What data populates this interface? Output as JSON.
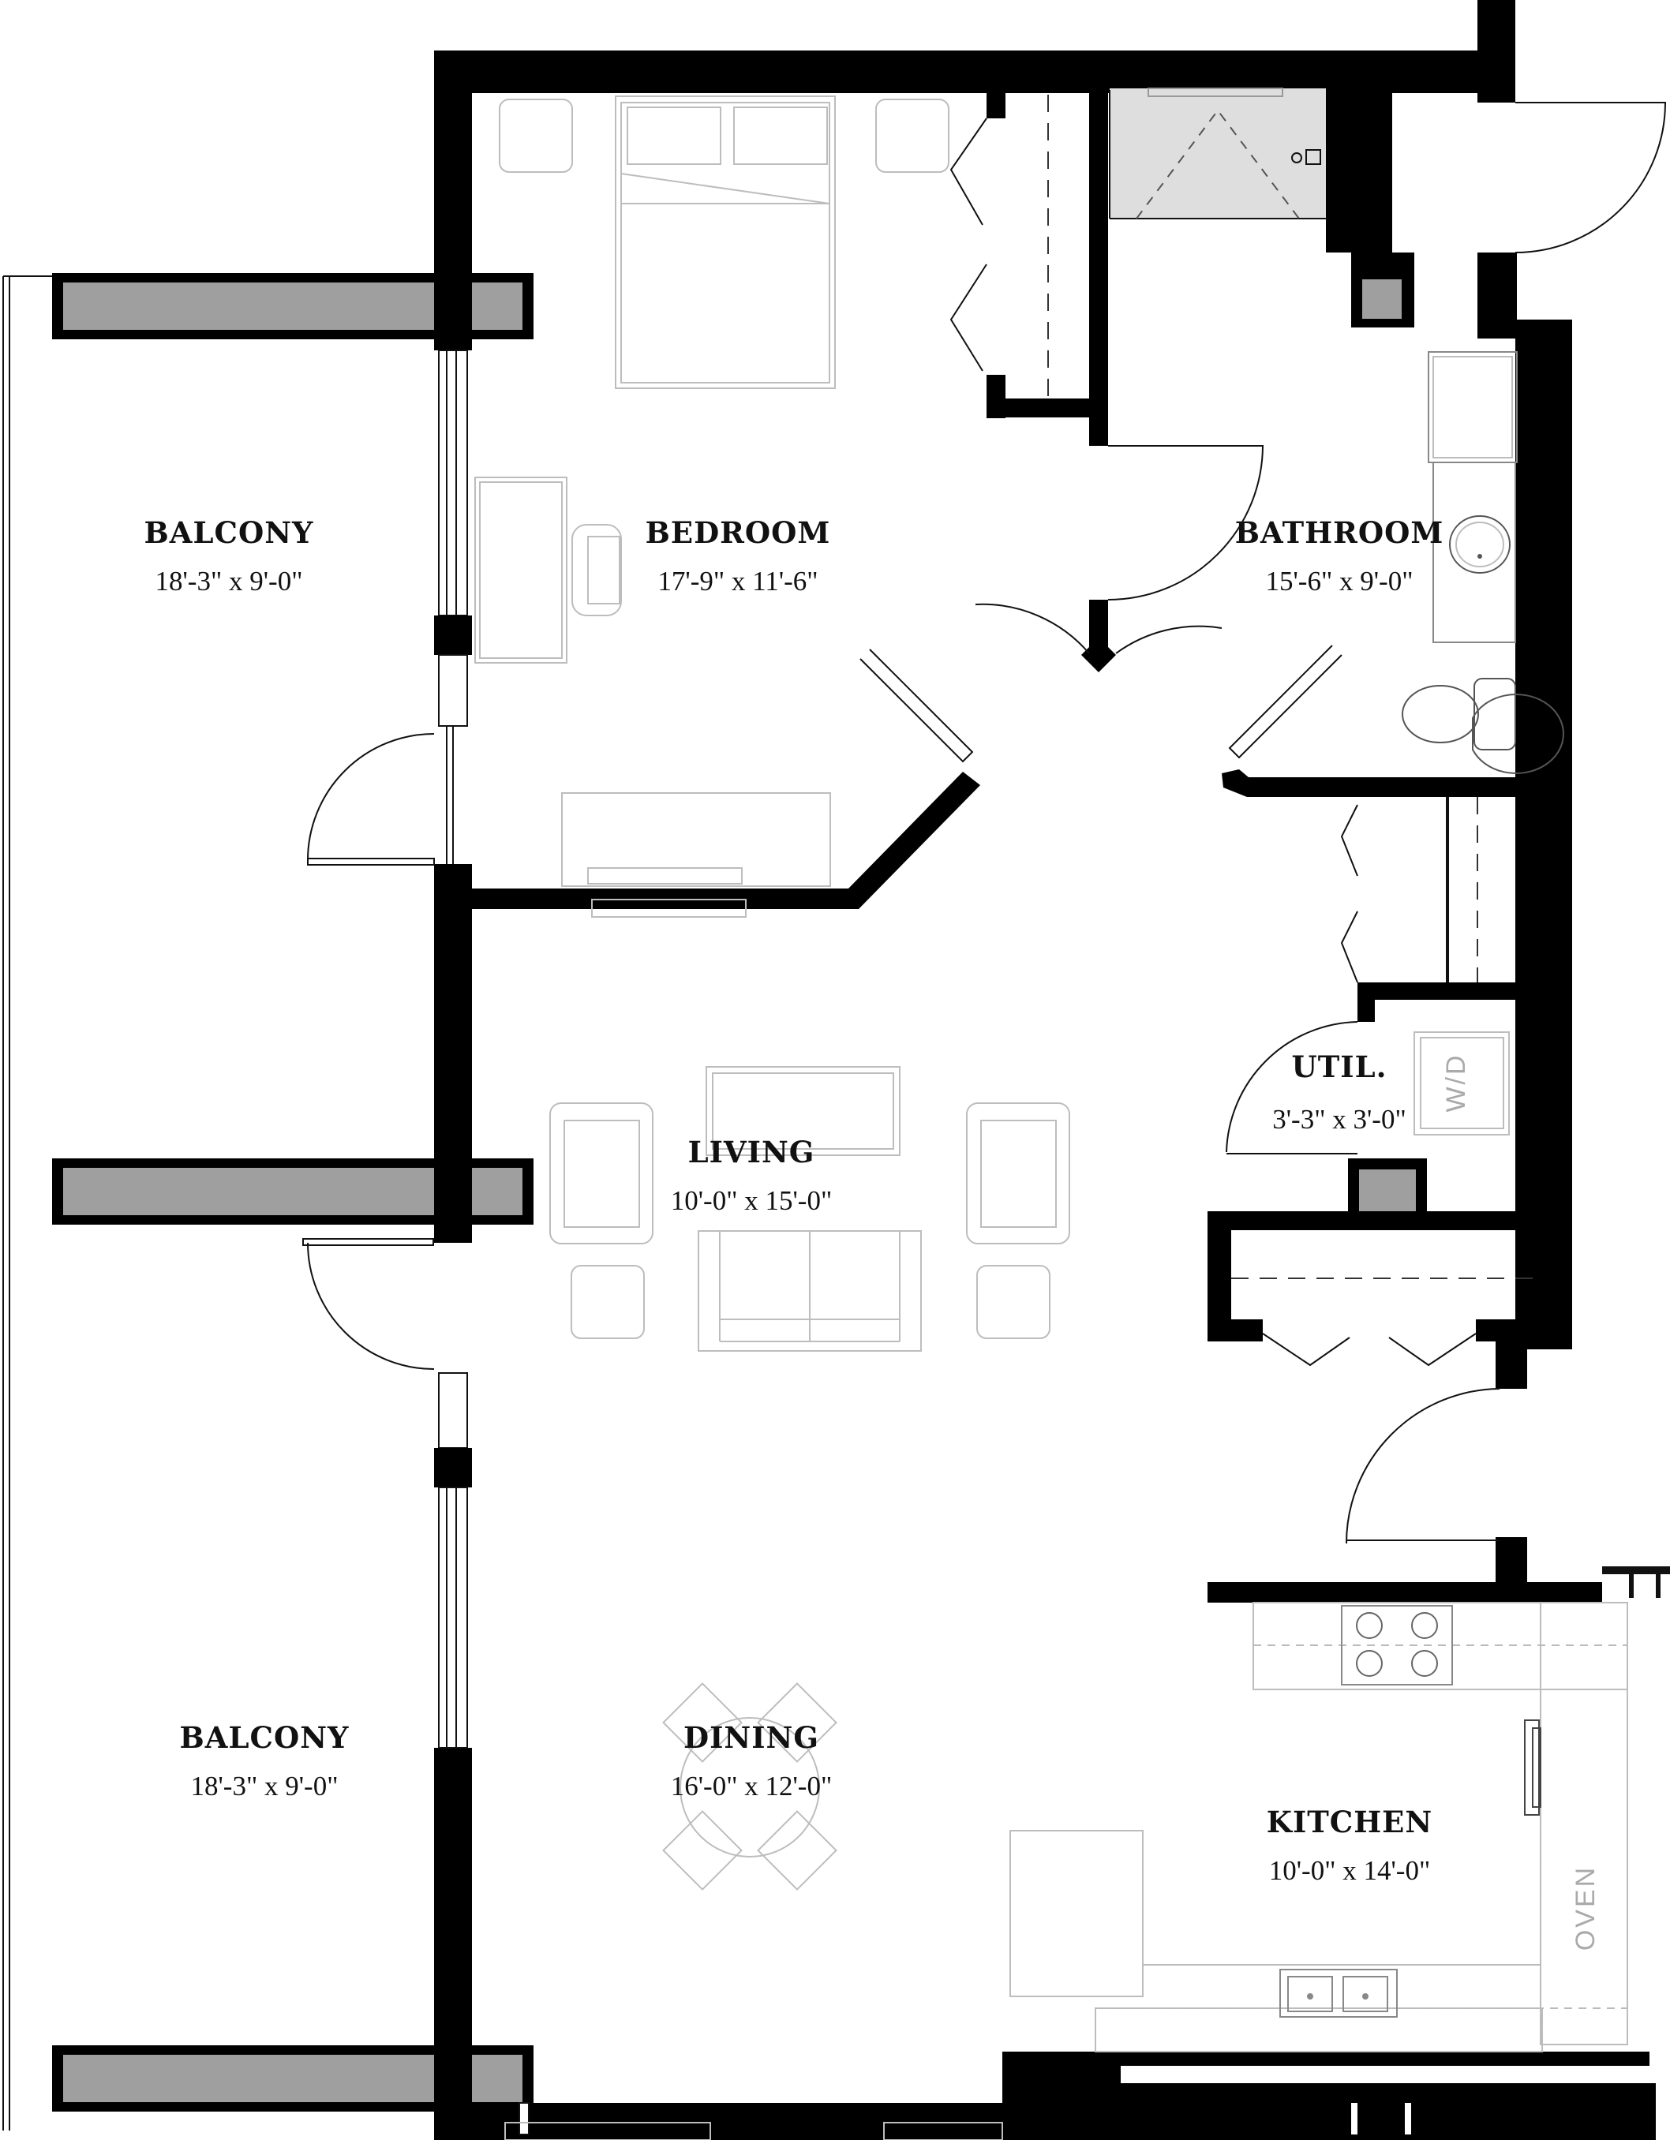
{
  "rooms": {
    "balcony_top": {
      "name": "BALCONY",
      "dims": "18'-3\" x 9'-0\""
    },
    "bedroom": {
      "name": "BEDROOM",
      "dims": "17'-9\" x 11'-6\""
    },
    "bathroom": {
      "name": "BATHROOM",
      "dims": "15'-6\" x 9'-0\""
    },
    "util": {
      "name": "UTIL.",
      "dims": "3'-3\" x 3'-0\""
    },
    "living": {
      "name": "LIVING",
      "dims": "10'-0\" x 15'-0\""
    },
    "balcony_bottom": {
      "name": "BALCONY",
      "dims": "18'-3\" x 9'-0\""
    },
    "dining": {
      "name": "DINING",
      "dims": "16'-0\" x 12'-0\""
    },
    "kitchen": {
      "name": "KITCHEN",
      "dims": "10'-0\" x 14'-0\""
    }
  },
  "appliances": {
    "washer_dryer": "W/D",
    "oven": "OVEN"
  }
}
